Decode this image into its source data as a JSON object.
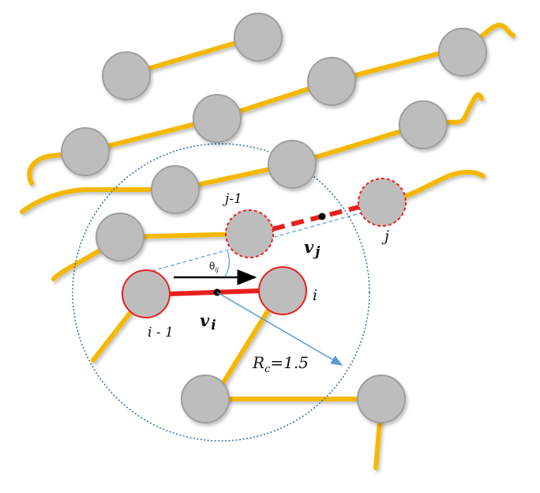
{
  "colors": {
    "chain": "#F5B800",
    "bead_fill": "#BDBDBD",
    "bead_stroke": "#9E9E9E",
    "highlight": "#E8201E",
    "cutoff_circle": "#2E6DA4",
    "radius_arrow": "#5B9BD5",
    "vector_arrow": "#000000"
  },
  "labels": {
    "j_minus_1": "j-1",
    "j": "j",
    "i": "i",
    "i_minus_1": "i - 1",
    "v_i": "v",
    "v_i_sub": "i",
    "v_j": "v",
    "v_j_sub": "j",
    "theta": "θ",
    "theta_sub": "ij",
    "rc_main": "R",
    "rc_sub": "c",
    "rc_value": "=1.5"
  },
  "icons": {
    "bond_vector_arrow": "right-arrow",
    "cutoff_radius_arrow": "diagonal-arrow"
  }
}
